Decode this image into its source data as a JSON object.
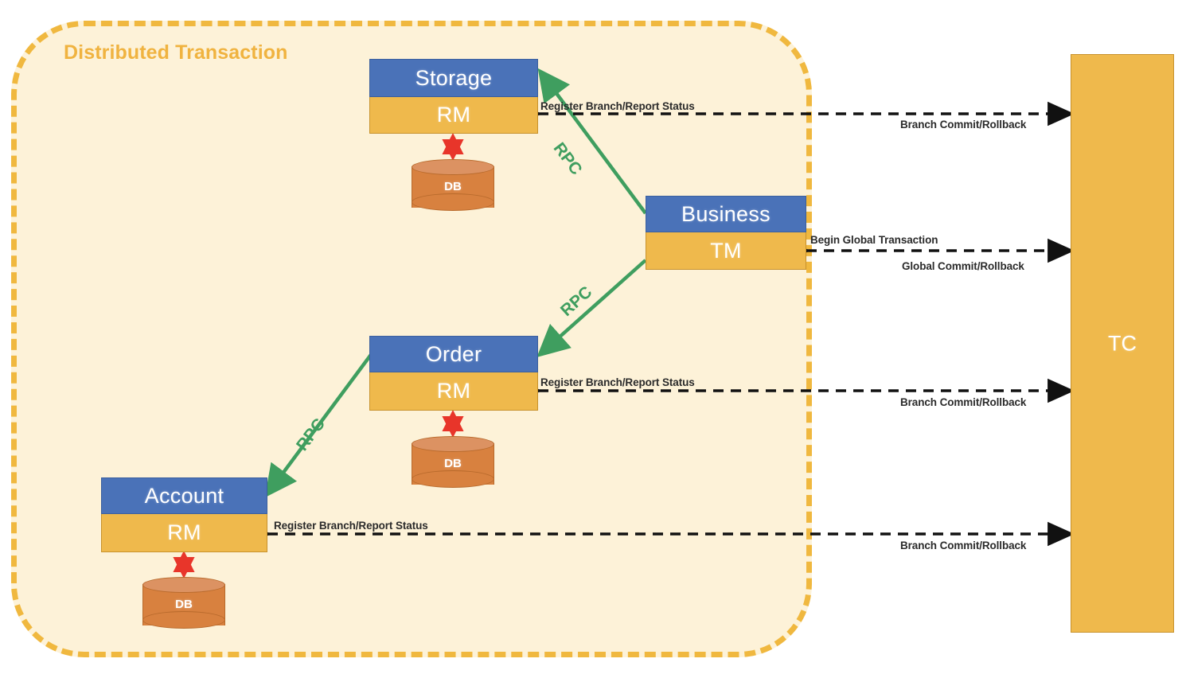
{
  "container": {
    "title": "Distributed Transaction",
    "border_color": "#f0b83f",
    "fill_color": "#fdf2d8"
  },
  "colors": {
    "service_header": "#4a72b8",
    "service_role": "#efb94c",
    "db": "#d8813f",
    "rpc": "#3f9e5f",
    "db_arrow": "#e8352a",
    "tc": "#efb94c",
    "protocol_arrow": "#111111"
  },
  "services": [
    {
      "name": "Storage",
      "role": "RM",
      "db": "DB"
    },
    {
      "name": "Business",
      "role": "TM",
      "db": null
    },
    {
      "name": "Order",
      "role": "RM",
      "db": "DB"
    },
    {
      "name": "Account",
      "role": "RM",
      "db": "DB"
    }
  ],
  "coordinator": {
    "label": "TC"
  },
  "rpc_edges": [
    {
      "label": "RPC",
      "from": "Business",
      "to": "Storage"
    },
    {
      "label": "RPC",
      "from": "Business",
      "to": "Order"
    },
    {
      "label": "RPC",
      "from": "Order",
      "to": "Account"
    }
  ],
  "protocol_edges": [
    {
      "service": "Storage",
      "label_above": "Register Branch/Report Status",
      "label_below": "Branch Commit/Rollback"
    },
    {
      "service": "Business",
      "label_above": "Begin Global Transaction",
      "label_below": "Global Commit/Rollback"
    },
    {
      "service": "Order",
      "label_above": "Register Branch/Report Status",
      "label_below": "Branch Commit/Rollback"
    },
    {
      "service": "Account",
      "label_above": "Register Branch/Report Status",
      "label_below": "Branch Commit/Rollback"
    }
  ]
}
